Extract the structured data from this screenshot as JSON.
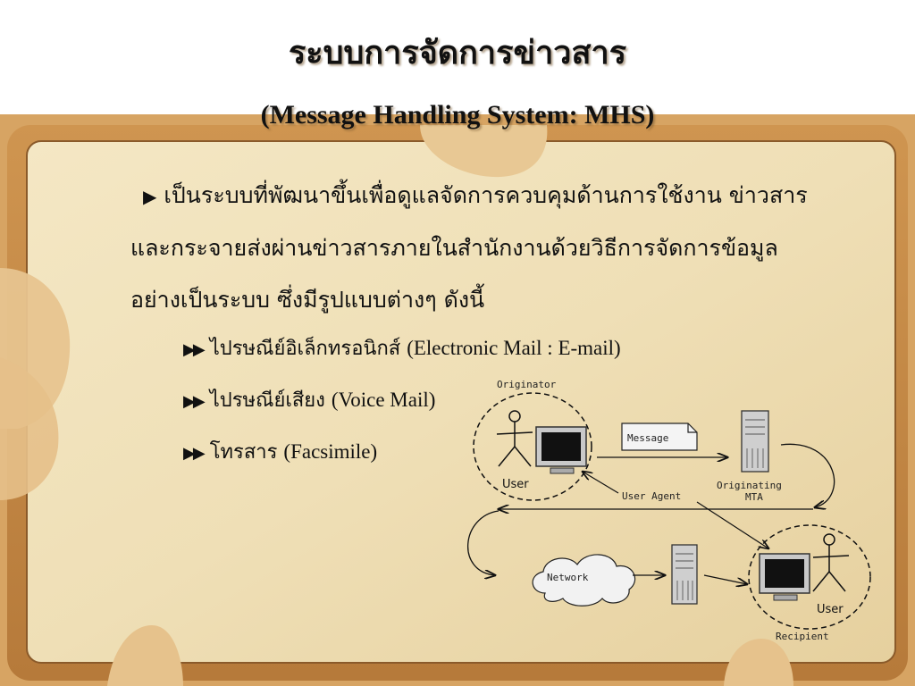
{
  "slide": {
    "title_thai": "ระบบการจัดการข่าวสาร",
    "title_english": "(Message Handling System: MHS)",
    "intro_marker": "▶",
    "intro_text": "เป็นระบบที่พัฒนาขึ้นเพื่อดูแลจัดการควบคุมด้านการใช้งาน ข่าวสาร และกระจายส่งผ่านข่าวสารภายในสำนักงานด้วยวิธีการจัดการข้อมูลอย่างเป็นระบบ ซึ่งมีรูปแบบต่างๆ ดังนี้",
    "bullet_marker": "▶▶",
    "bullets": [
      {
        "thai": "ไปรษณีย์อิเล็กทรอนิกส์",
        "english": "(Electronic Mail : E-mail)"
      },
      {
        "thai": "ไปรษณีย์เสียง",
        "english": "(Voice Mail)"
      },
      {
        "thai": "โทรสาร",
        "english": "(Facsimile)"
      }
    ]
  },
  "diagram": {
    "originator_label": "Originator",
    "originator_user_label": "User",
    "message_label": "Message",
    "user_agent_label": "User Agent",
    "originating_mta_label_line1": "Originating",
    "originating_mta_label_line2": "MTA",
    "network_label": "Network",
    "recipient_user_label": "User",
    "recipient_label": "Recipient"
  }
}
